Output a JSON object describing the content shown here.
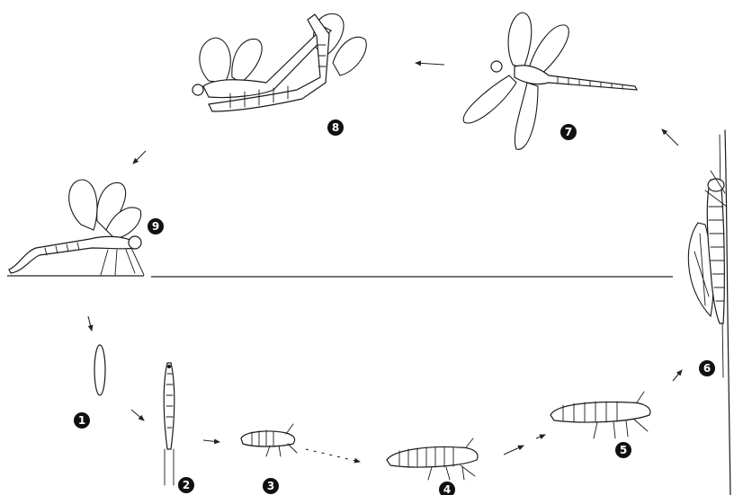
{
  "stages": [
    {
      "number": "1",
      "name": "egg-stage"
    },
    {
      "number": "2",
      "name": "prolarva-stage"
    },
    {
      "number": "3",
      "name": "young-nymph-stage"
    },
    {
      "number": "4",
      "name": "nymph-stage"
    },
    {
      "number": "5",
      "name": "mature-nymph-stage"
    },
    {
      "number": "6",
      "name": "emergence-stage"
    },
    {
      "number": "7",
      "name": "adult-flying-stage"
    },
    {
      "number": "8",
      "name": "mating-stage"
    },
    {
      "number": "9",
      "name": "egg-laying-stage"
    }
  ]
}
